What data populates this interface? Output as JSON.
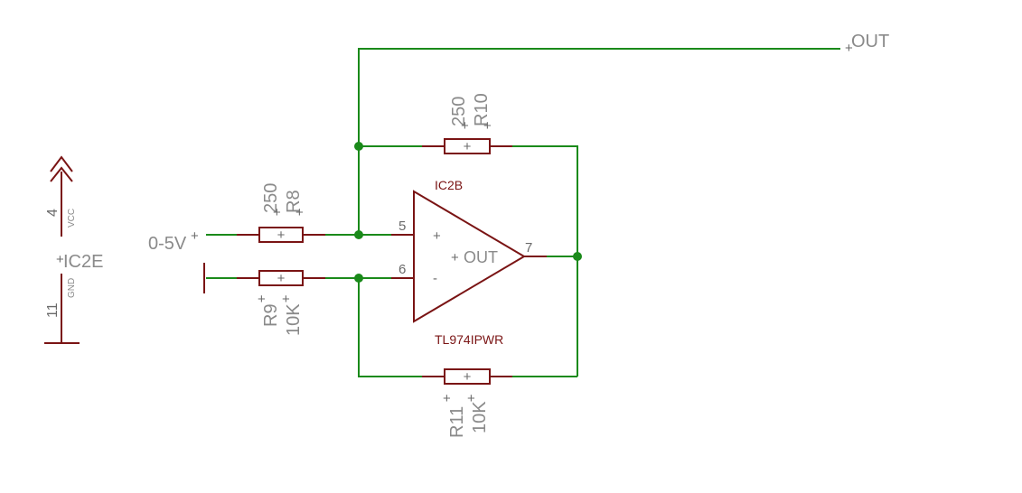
{
  "net_labels": {
    "out": "OUT",
    "input": "0-5V"
  },
  "opamp": {
    "name": "IC2B",
    "value": "TL974IPWR",
    "pin_noninv": "5",
    "pin_inv": "6",
    "pin_out": "7",
    "plus_sign": "+",
    "minus_sign": "-",
    "out_pin_label": "OUT"
  },
  "power": {
    "name": "IC2E",
    "vcc_pin": "4",
    "vcc_label": "VCC",
    "gnd_pin": "11",
    "gnd_label": "GND"
  },
  "resistors": {
    "r8": {
      "name": "R8",
      "value": "250"
    },
    "r9": {
      "name": "R9",
      "value": "10K"
    },
    "r10": {
      "name": "R10",
      "value": "250"
    },
    "r11": {
      "name": "R11",
      "value": "10K"
    }
  },
  "colors": {
    "wire": "#1a8a1a",
    "device": "#7a1414",
    "label": "#8a8a8a"
  }
}
